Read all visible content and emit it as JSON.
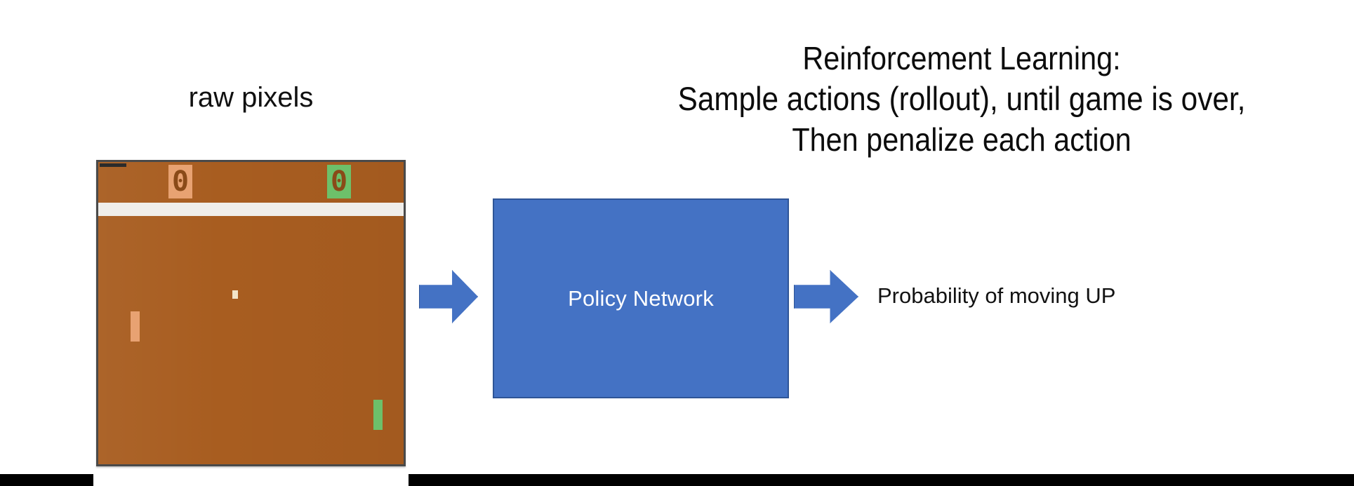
{
  "slide": {
    "background_color": "#ffffff",
    "heading": {
      "line1": "Reinforcement Learning:",
      "line2": "Sample actions (rollout), until game is over,",
      "line3": "Then penalize each action"
    }
  },
  "input": {
    "label": "raw pixels",
    "game": {
      "name": "pong-game-frame",
      "field_color": "#a85d20",
      "border_color": "#4a4a4a",
      "divider_color": "#f0eeea",
      "score_left": "0",
      "score_right": "0",
      "score_left_color": "#e8a272",
      "score_right_color": "#6dc06a",
      "paddle_left_color": "#e8a272",
      "paddle_right_color": "#6dc06a",
      "ball_color": "#f2e4c8"
    }
  },
  "pipeline": {
    "arrow_in": "right-arrow-icon",
    "arrow_out": "right-arrow-icon",
    "arrow_color": "#4472c4",
    "policy_box": {
      "label": "Policy Network",
      "fill_color": "#4472c4",
      "border_color": "#2f5597",
      "text_color": "#ffffff"
    },
    "output_label": "Probability of moving UP"
  }
}
